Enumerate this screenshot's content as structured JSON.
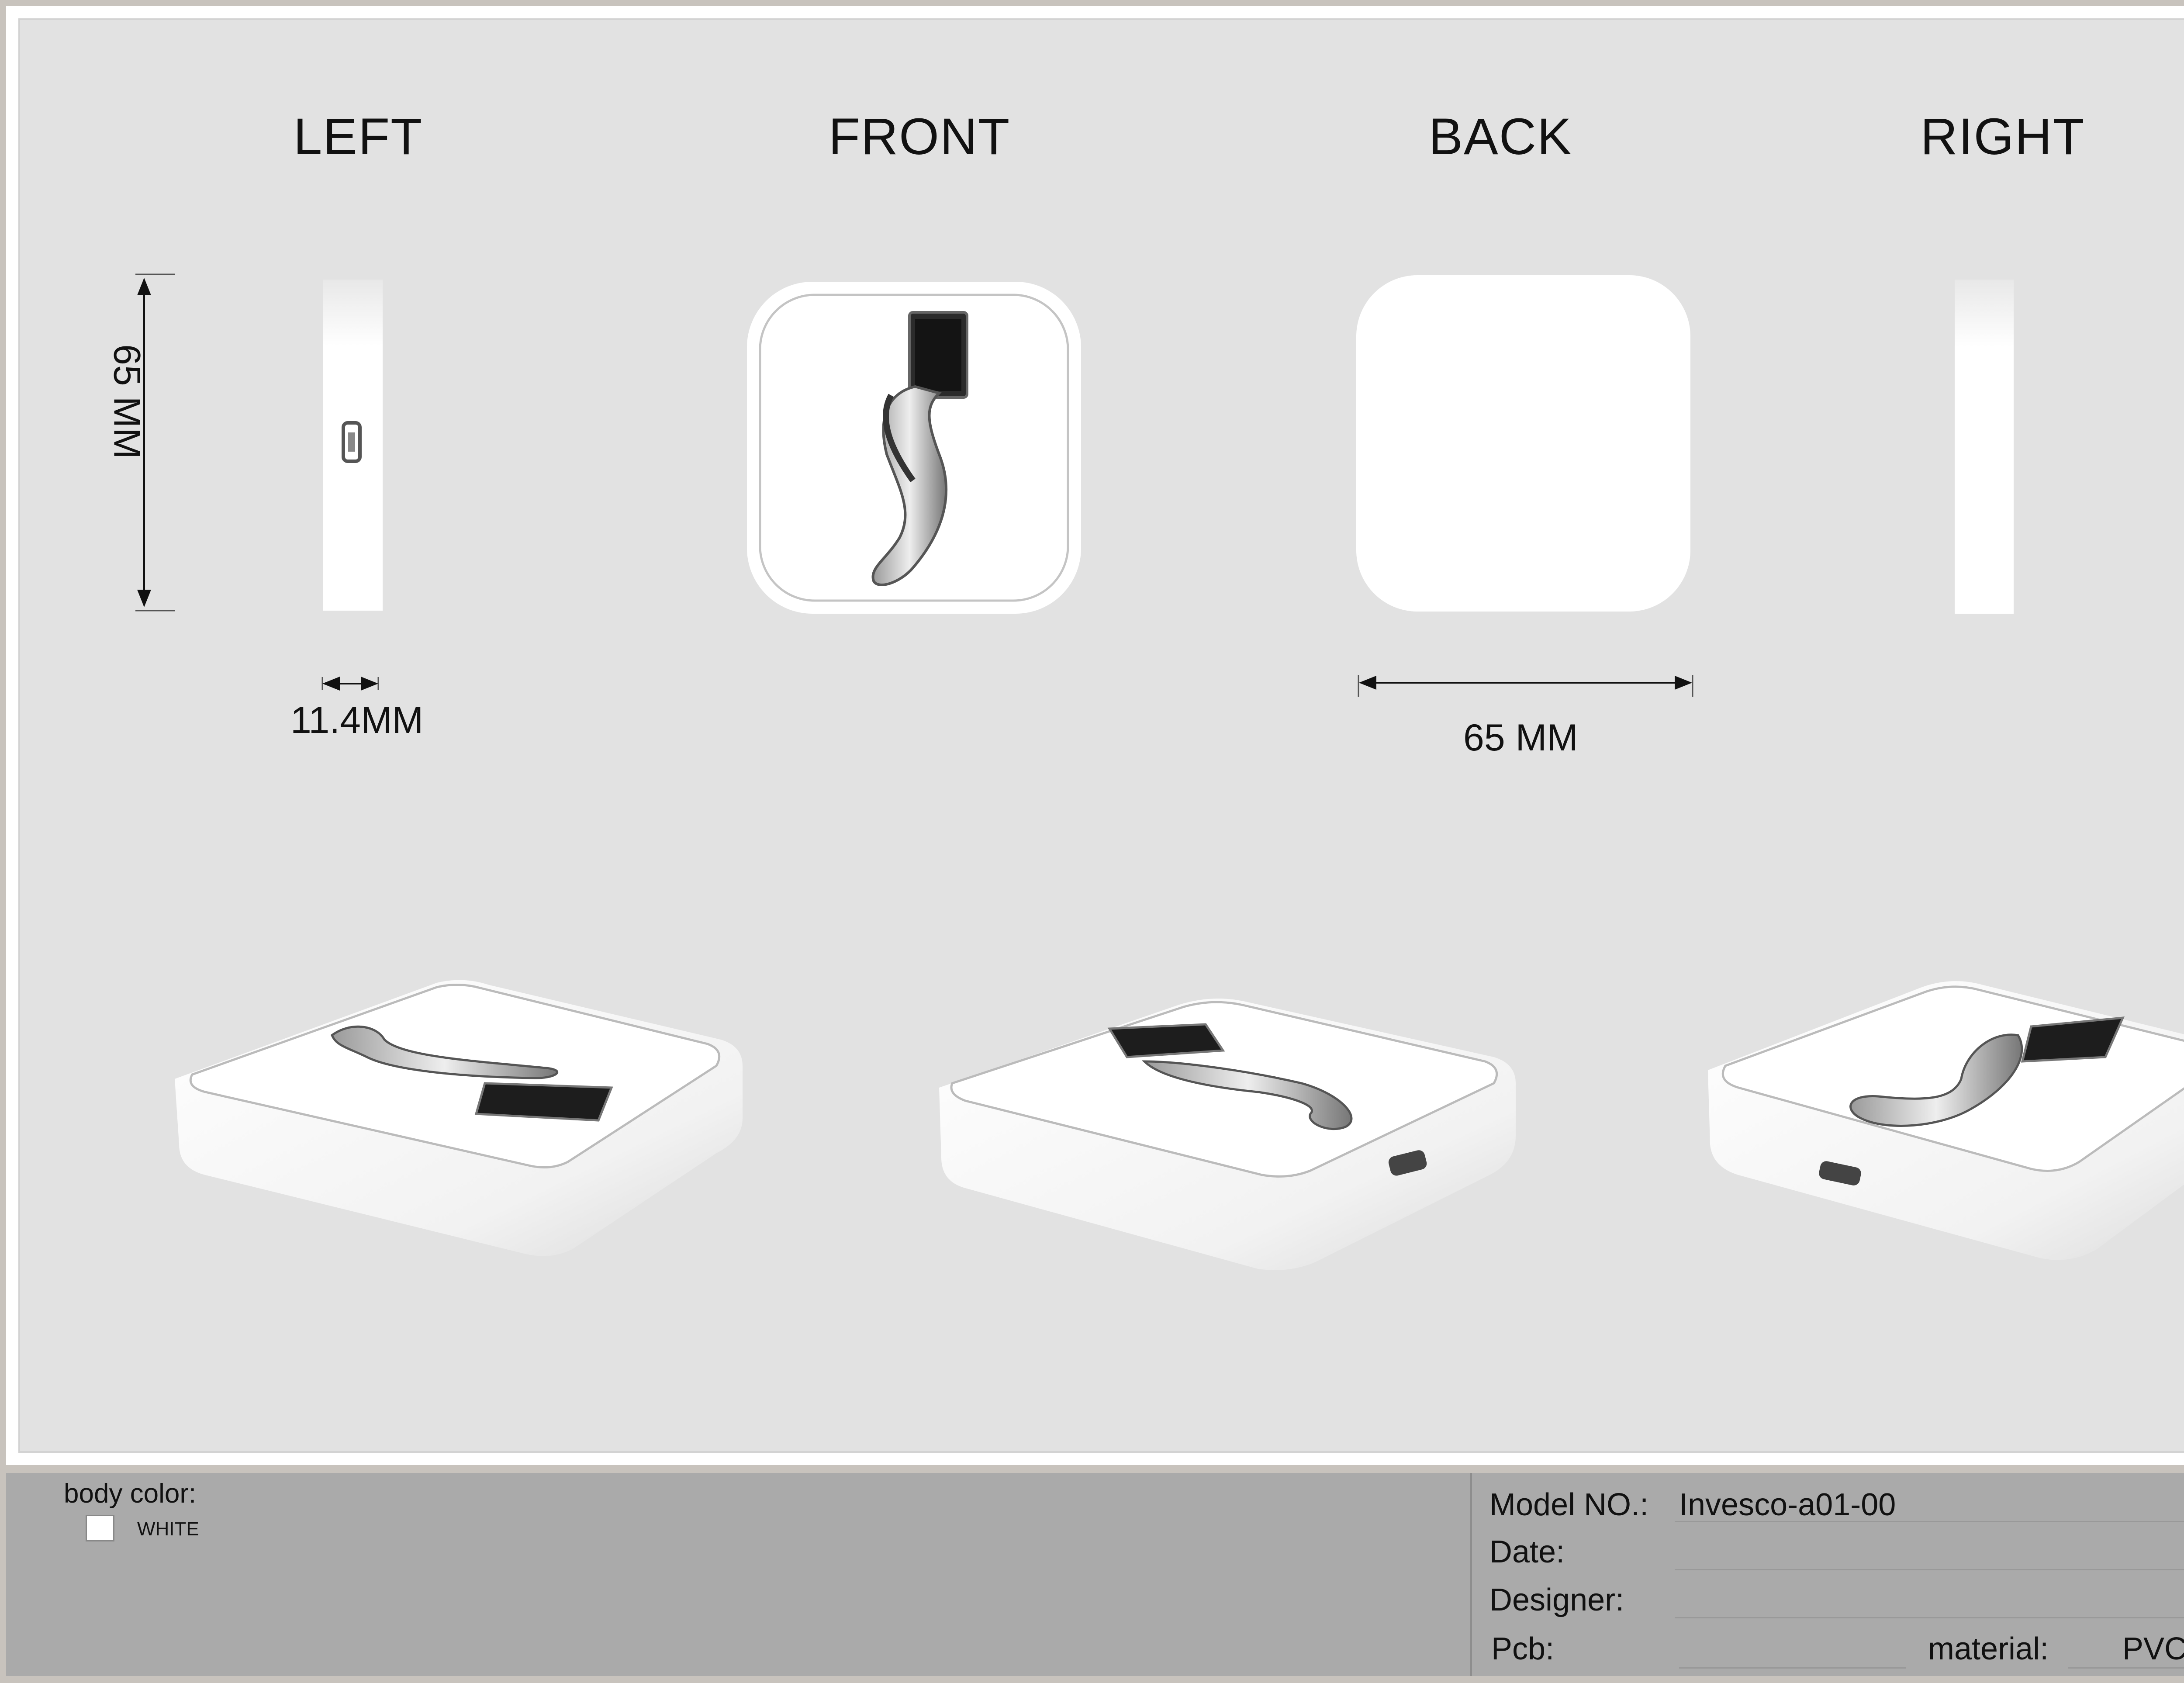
{
  "views": {
    "left": "LEFT",
    "front": "FRONT",
    "back": "BACK",
    "right": "RIGHT"
  },
  "dimensions": {
    "height": "65 MM",
    "thickness": "11.4MM",
    "width": "65 MM"
  },
  "title_block": {
    "body_color_label": "body color:",
    "body_color_value": "WHITE",
    "model_label": "Model NO.:",
    "model_value": "Invesco-a01-00",
    "date_label": "Date:",
    "date_value": "",
    "designer_label": "Designer:",
    "designer_value": "",
    "pcb_label": "Pcb:",
    "pcb_value": "",
    "material_label": "material:",
    "material_value": "PVC"
  },
  "colors": {
    "drawing_background": "#e2e2e2",
    "product_body": "#ffffff",
    "title_block": "#aaaaaa",
    "body_color_swatch": "#ffffff"
  }
}
